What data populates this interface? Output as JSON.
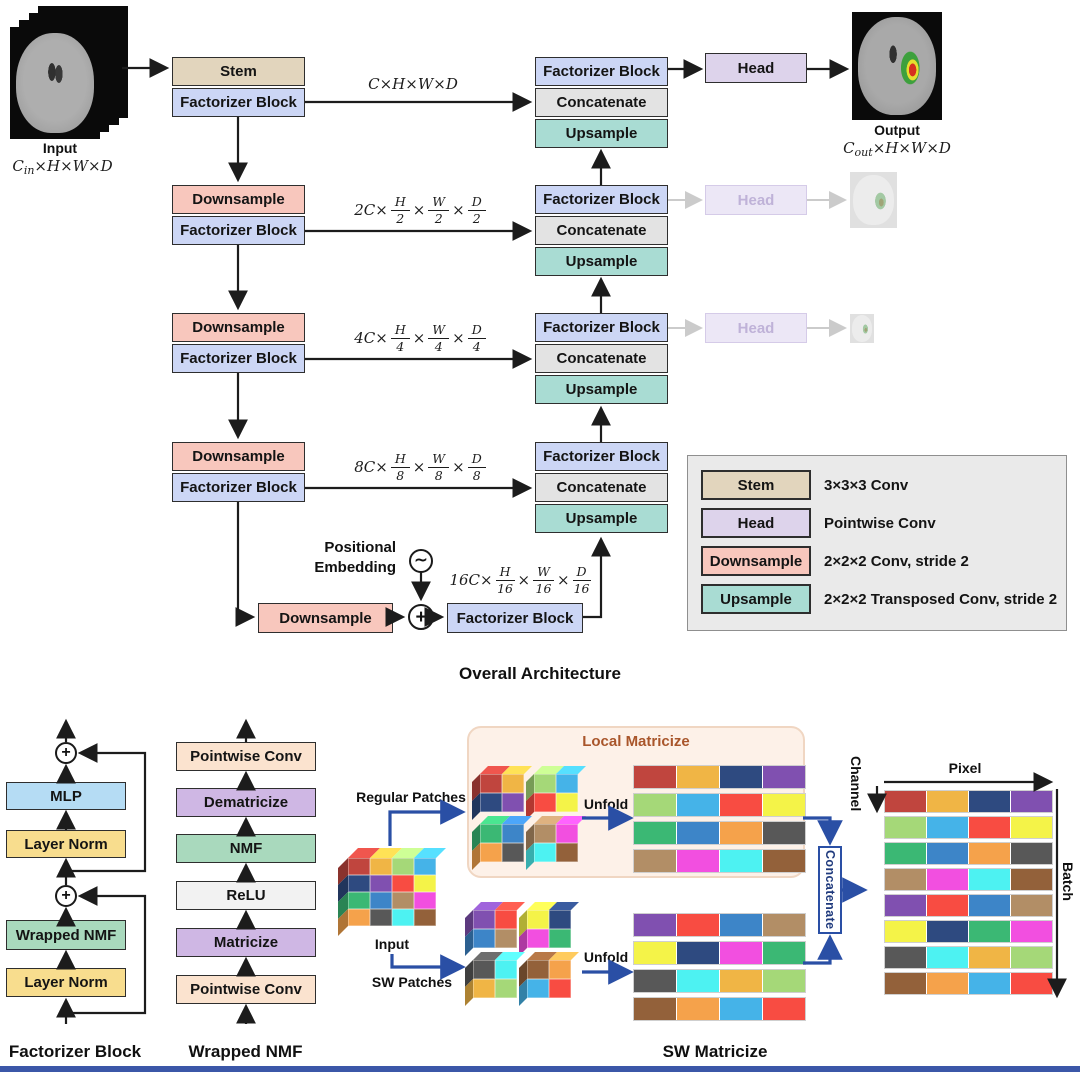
{
  "meta": {
    "captions": {
      "overall": "Overall Architecture",
      "factorizer": "Factorizer Block",
      "wrapped_nmf": "Wrapped NMF",
      "sw": "SW Matricize"
    }
  },
  "icons": {
    "add": "+",
    "tilde": "∼"
  },
  "palette": {
    "red": "#c0453e",
    "amber": "#f0b545",
    "lightgreen": "#a5d878",
    "sky": "#45b3e8",
    "navy": "#2e4a80",
    "purple": "#8050b0",
    "coral": "#f84c42",
    "yellow": "#f4f348",
    "green": "#3bb874",
    "blue": "#3d85c8",
    "tan": "#b28e66",
    "magenta": "#f24fe0",
    "orange": "#f5a24b",
    "gray": "#585858",
    "cyan": "#4df2f2",
    "brown": "#93613a"
  },
  "ui": {
    "stem": "#e2d5bd",
    "factorizer": "#ccd6f5",
    "downsample": "#f8c7bd",
    "concatenate": "#e3e3e3",
    "upsample": "#a9dcd3",
    "head": "#ddd3eb",
    "mlp": "#b5dcf4",
    "layer_norm": "#f8dd8e",
    "nmf": "#a9d9bd",
    "pointwise": "#fbe3cf",
    "matricize": "#cfb7e4",
    "relu": "#f2f2f2",
    "arrow_blue": "#2a4fa5",
    "local_matricize_bg": "#fdf1e8",
    "local_matricize_border": "#f0d6c2",
    "local_matricize_title": "#a9562b",
    "concat_text": "#1f3a7d",
    "bottom_bar": "#3b57a8"
  },
  "overall": {
    "title": "Overall Architecture",
    "input": {
      "label": "Input",
      "dims": [
        {
          "t": "C"
        },
        {
          "s": "in"
        },
        {
          "t": "×H×W×D"
        }
      ]
    },
    "output": {
      "label": "Output",
      "dims": [
        {
          "t": "C"
        },
        {
          "s": "out"
        },
        {
          "t": "×H×W×D"
        }
      ]
    },
    "stem_label": "Stem",
    "factorizer_label": "Factorizer Block",
    "downsample_label": "Downsample",
    "concatenate_label": "Concatenate",
    "upsample_label": "Upsample",
    "head_label": "Head",
    "pos_embedding": [
      "Positional",
      "Embedding"
    ],
    "skip_dims": [
      {
        "pre": "C×H×W×D",
        "fr": []
      },
      {
        "pre": "2C×",
        "fr": [
          [
            "H",
            "2"
          ],
          [
            "W",
            "2"
          ],
          [
            "D",
            "2"
          ]
        ]
      },
      {
        "pre": "4C×",
        "fr": [
          [
            "H",
            "4"
          ],
          [
            "W",
            "4"
          ],
          [
            "D",
            "4"
          ]
        ]
      },
      {
        "pre": "8C×",
        "fr": [
          [
            "H",
            "8"
          ],
          [
            "W",
            "8"
          ],
          [
            "D",
            "8"
          ]
        ]
      },
      {
        "pre": "16C×",
        "fr": [
          [
            "H",
            "16"
          ],
          [
            "W",
            "16"
          ],
          [
            "D",
            "16"
          ]
        ]
      }
    ],
    "legend": [
      {
        "name": "Stem",
        "desc": "3×3×3 Conv",
        "color": "#e2d5bd"
      },
      {
        "name": "Head",
        "desc": "Pointwise Conv",
        "color": "#ddd3eb"
      },
      {
        "name": "Downsample",
        "desc": "2×2×2 Conv, stride 2",
        "color": "#f8c7bd"
      },
      {
        "name": "Upsample",
        "desc": "2×2×2 Transposed Conv, stride 2",
        "color": "#a9dcd3"
      }
    ]
  },
  "factorizer_block": {
    "caption": "Factorizer Block",
    "layer_norm": "Layer Norm",
    "wrapped_nmf": "Wrapped NMF",
    "mlp": "MLP"
  },
  "wrapped_nmf": {
    "caption": "Wrapped NMF",
    "stack_top_to_bottom": [
      "Pointwise Conv",
      "Dematricize",
      "NMF",
      "ReLU",
      "Matricize",
      "Pointwise Conv"
    ]
  },
  "sw": {
    "caption": "SW Matricize",
    "local_matricize_title": "Local Matricize",
    "labels": {
      "regular_patches": "Regular Patches",
      "sw_patches": "SW Patches",
      "input": "Input",
      "unfold": "Unfold",
      "concatenate": "Concatenate",
      "pixel": "Pixel",
      "channel": "Channel",
      "batch": "Batch"
    },
    "input_cube": [
      [
        "red",
        "amber",
        "lightgreen",
        "sky"
      ],
      [
        "navy",
        "purple",
        "coral",
        "yellow"
      ],
      [
        "green",
        "blue",
        "tan",
        "magenta"
      ],
      [
        "orange",
        "gray",
        "cyan",
        "brown"
      ]
    ],
    "regular_patches": [
      [
        [
          "red",
          "amber"
        ],
        [
          "navy",
          "purple"
        ]
      ],
      [
        [
          "lightgreen",
          "sky"
        ],
        [
          "coral",
          "yellow"
        ]
      ],
      [
        [
          "green",
          "blue"
        ],
        [
          "orange",
          "gray"
        ]
      ],
      [
        [
          "tan",
          "magenta"
        ],
        [
          "cyan",
          "brown"
        ]
      ]
    ],
    "sw_patches": [
      [
        [
          "purple",
          "coral"
        ],
        [
          "blue",
          "tan"
        ]
      ],
      [
        [
          "yellow",
          "navy"
        ],
        [
          "magenta",
          "green"
        ]
      ],
      [
        [
          "gray",
          "cyan"
        ],
        [
          "amber",
          "lightgreen"
        ]
      ],
      [
        [
          "brown",
          "orange"
        ],
        [
          "sky",
          "coral"
        ]
      ]
    ],
    "regular_matrix": [
      [
        "red",
        "amber",
        "navy",
        "purple"
      ],
      [
        "lightgreen",
        "sky",
        "coral",
        "yellow"
      ],
      [
        "green",
        "blue",
        "orange",
        "gray"
      ],
      [
        "tan",
        "magenta",
        "cyan",
        "brown"
      ]
    ],
    "sw_matrix": [
      [
        "purple",
        "coral",
        "blue",
        "tan"
      ],
      [
        "yellow",
        "navy",
        "magenta",
        "green"
      ],
      [
        "gray",
        "cyan",
        "amber",
        "lightgreen"
      ],
      [
        "brown",
        "orange",
        "sky",
        "coral"
      ]
    ],
    "batch_matrix": [
      [
        "red",
        "amber",
        "navy",
        "purple"
      ],
      [
        "lightgreen",
        "sky",
        "coral",
        "yellow"
      ],
      [
        "green",
        "blue",
        "orange",
        "gray"
      ],
      [
        "tan",
        "magenta",
        "cyan",
        "brown"
      ],
      [
        "purple",
        "coral",
        "blue",
        "tan"
      ],
      [
        "yellow",
        "navy",
        "green",
        "magenta"
      ],
      [
        "gray",
        "cyan",
        "amber",
        "lightgreen"
      ],
      [
        "brown",
        "orange",
        "sky",
        "coral"
      ]
    ]
  }
}
